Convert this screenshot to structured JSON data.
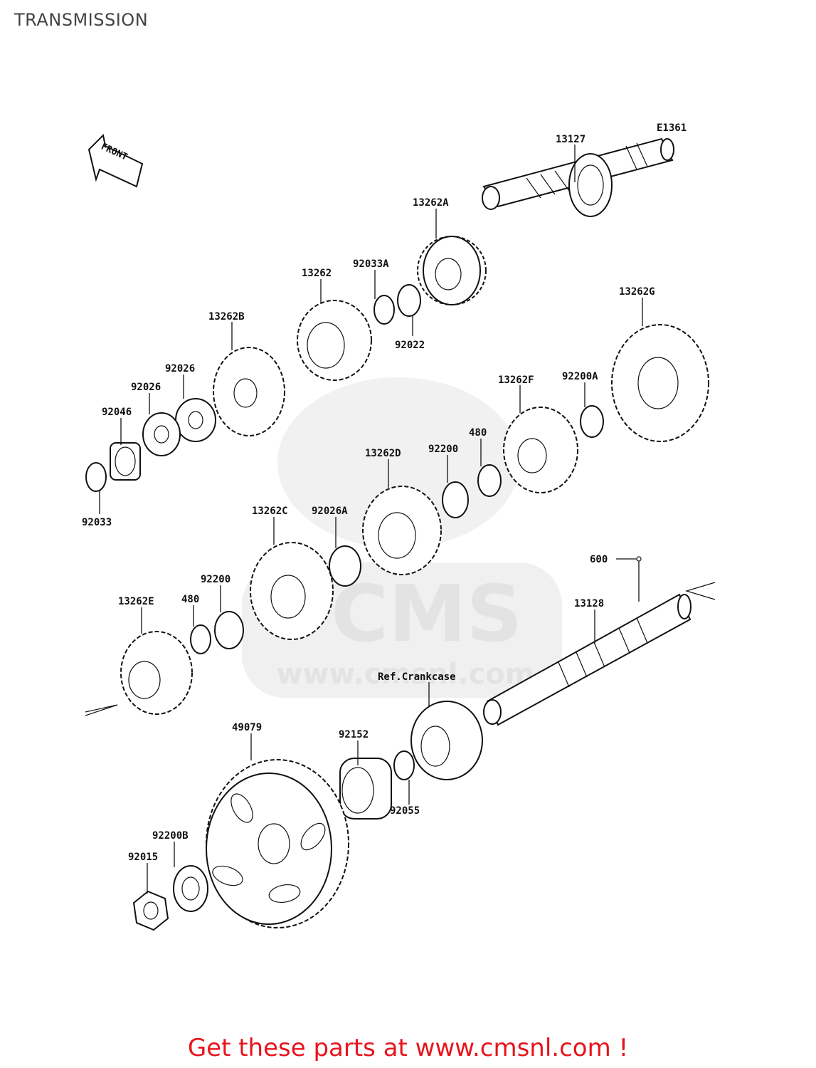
{
  "page": {
    "title": "TRANSMISSION",
    "footer": "Get these parts at www.cmsnl.com !"
  },
  "diagram": {
    "ref_code": "E1361",
    "front_label": "FRONT",
    "watermark": {
      "brand": "CMS",
      "url": "www.cmsnl.com"
    },
    "callouts": {
      "c13127": "13127",
      "c13262A": "13262A",
      "c92033A": "92033A",
      "c13262": "13262",
      "c92022": "92022",
      "c13262B": "13262B",
      "c92026a": "92026",
      "c92026b": "92026",
      "c92046": "92046",
      "c92033": "92033",
      "c13262G": "13262G",
      "c92200A": "92200A",
      "c13262F": "13262F",
      "c480a": "480",
      "c92200a": "92200",
      "c13262D": "13262D",
      "c13262C": "13262C",
      "c92026A": "92026A",
      "c92200b": "92200",
      "c480b": "480",
      "c13262E": "13262E",
      "c600": "600",
      "c13128": "13128",
      "cRef": "Ref.Crankcase",
      "c49079": "49079",
      "c92152": "92152",
      "c92055": "92055",
      "c92200B": "92200B",
      "c92015": "92015"
    }
  }
}
